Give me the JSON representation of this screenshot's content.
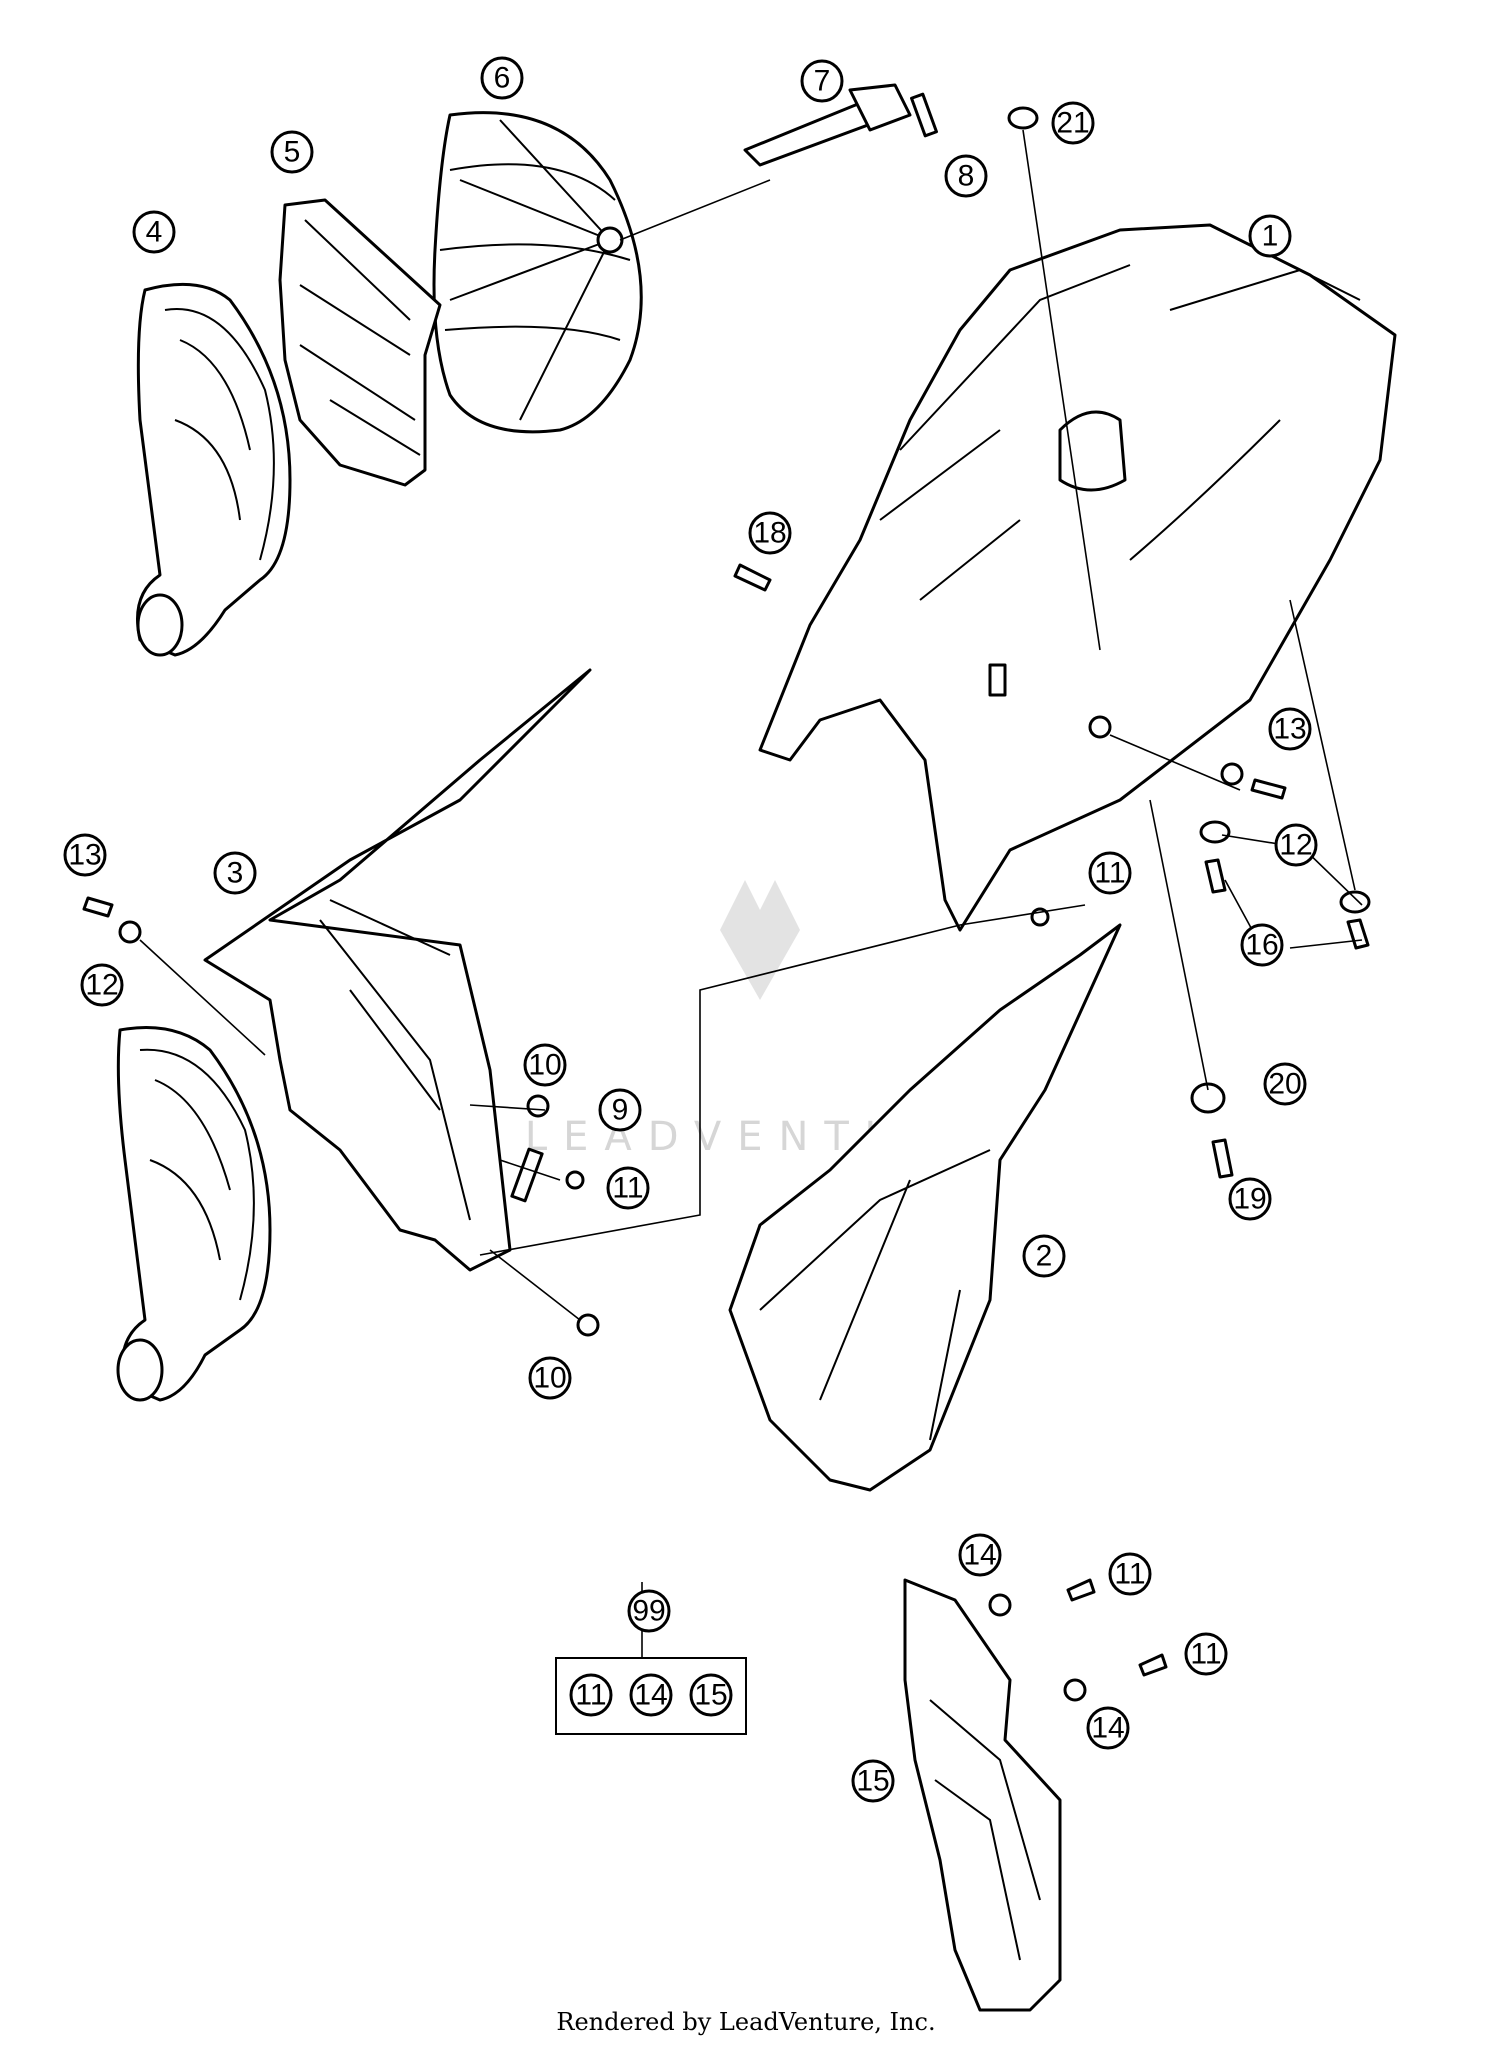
{
  "callouts": [
    {
      "id": "c1",
      "label": "1"
    },
    {
      "id": "c2",
      "label": "2"
    },
    {
      "id": "c3",
      "label": "3"
    },
    {
      "id": "c4",
      "label": "4"
    },
    {
      "id": "c5",
      "label": "5"
    },
    {
      "id": "c6",
      "label": "6"
    },
    {
      "id": "c7",
      "label": "7"
    },
    {
      "id": "c8",
      "label": "8"
    },
    {
      "id": "c9",
      "label": "9"
    },
    {
      "id": "c10a",
      "label": "10"
    },
    {
      "id": "c10b",
      "label": "10"
    },
    {
      "id": "c11a",
      "label": "11"
    },
    {
      "id": "c11b",
      "label": "11"
    },
    {
      "id": "c11c",
      "label": "11"
    },
    {
      "id": "c11d",
      "label": "11"
    },
    {
      "id": "c12a",
      "label": "12"
    },
    {
      "id": "c12b",
      "label": "12"
    },
    {
      "id": "c13a",
      "label": "13"
    },
    {
      "id": "c13b",
      "label": "13"
    },
    {
      "id": "c14a",
      "label": "14"
    },
    {
      "id": "c14b",
      "label": "14"
    },
    {
      "id": "c15",
      "label": "15"
    },
    {
      "id": "c16",
      "label": "16"
    },
    {
      "id": "c18",
      "label": "18"
    },
    {
      "id": "c19",
      "label": "19"
    },
    {
      "id": "c20",
      "label": "20"
    },
    {
      "id": "c21",
      "label": "21"
    },
    {
      "id": "c99",
      "label": "99"
    }
  ],
  "kit": {
    "label": "99",
    "contents": [
      "11",
      "14",
      "15"
    ]
  },
  "watermark": {
    "text": "LEADVENTURE"
  },
  "footer": {
    "credit": "Rendered by LeadVenture, Inc."
  }
}
